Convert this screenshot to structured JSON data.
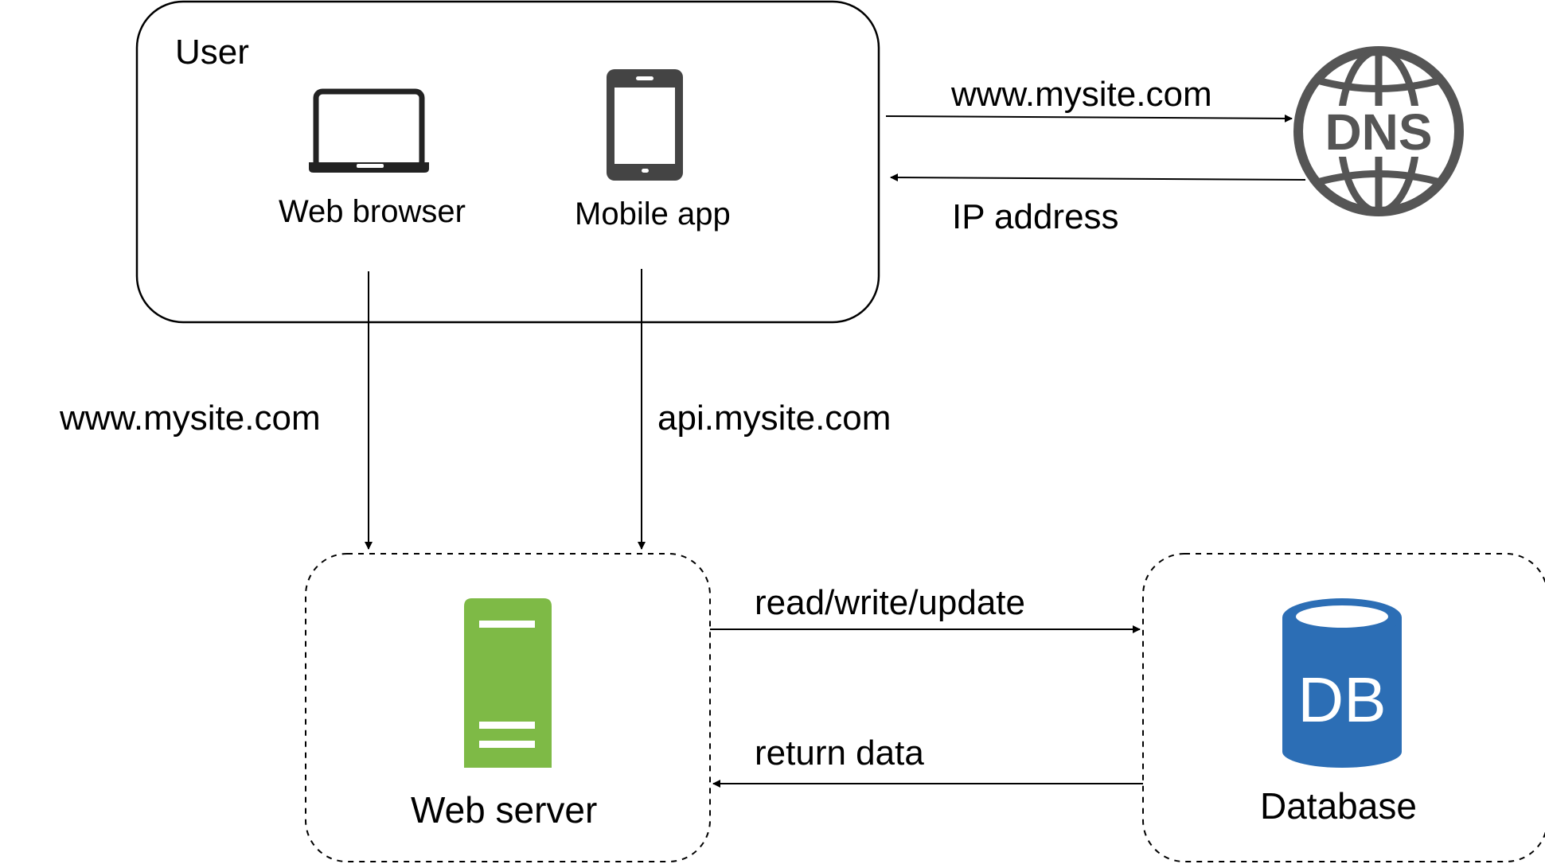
{
  "user_group": {
    "title": "User"
  },
  "web_browser": {
    "label": "Web browser",
    "icon": "laptop-icon"
  },
  "mobile_app": {
    "label": "Mobile app",
    "icon": "smartphone-icon"
  },
  "dns": {
    "icon_text": "DNS",
    "icon": "dns-globe-icon"
  },
  "web_server": {
    "label": "Web server",
    "icon": "server-icon"
  },
  "database": {
    "label": "Database",
    "icon_text": "DB",
    "icon": "database-cylinder-icon"
  },
  "edges": {
    "user_to_dns": "www.mysite.com",
    "dns_to_user": "IP address",
    "browser_to_server": "www.mysite.com",
    "app_to_server": "api.mysite.com",
    "server_to_db": "read/write/update",
    "db_to_server": "return data"
  },
  "colors": {
    "server": "#7eba46",
    "database": "#2c6eb5",
    "dns": "#555555",
    "line": "#000000"
  }
}
